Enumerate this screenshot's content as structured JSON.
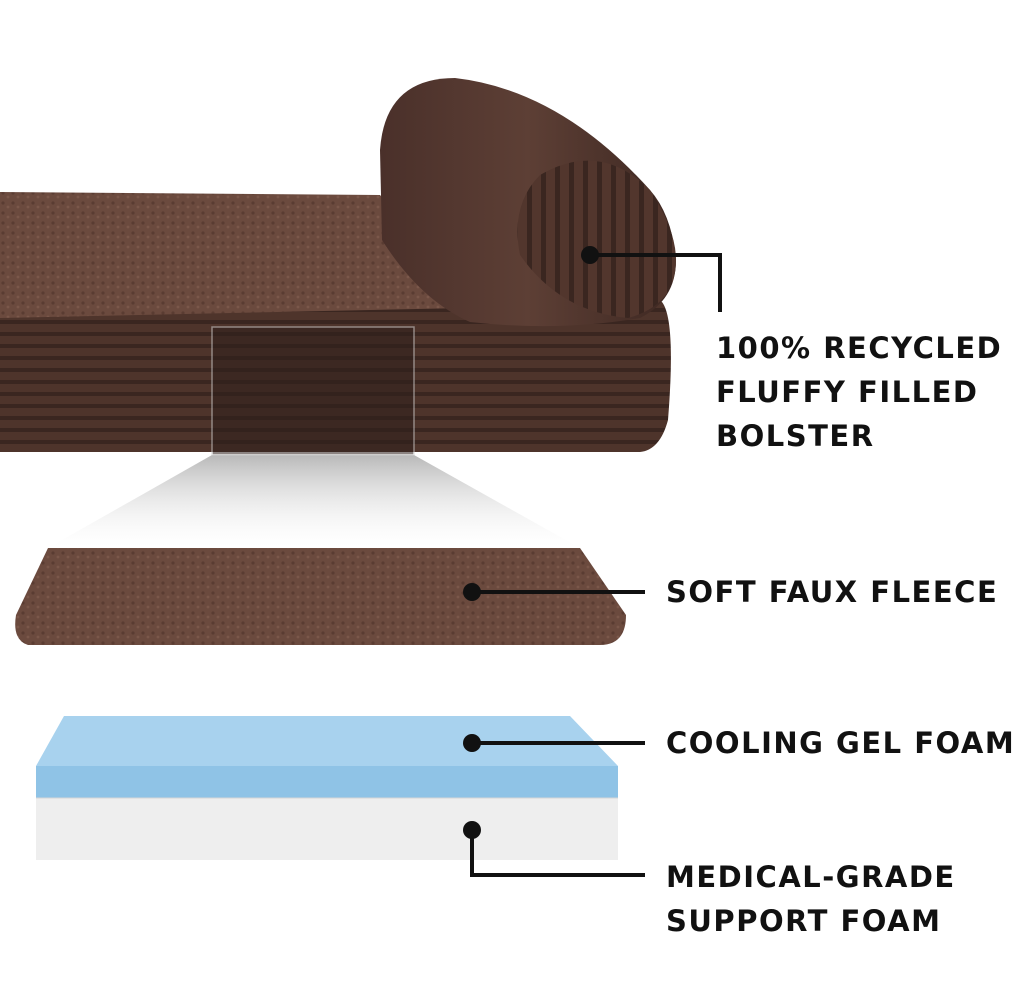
{
  "callouts": {
    "bolster": {
      "lines": [
        "100% RECYCLED",
        "FLUFFY FILLED",
        "BOLSTER"
      ]
    },
    "fleece": {
      "lines": [
        "SOFT FAUX FLEECE"
      ]
    },
    "gel_foam": {
      "lines": [
        "COOLING GEL FOAM"
      ]
    },
    "support_foam": {
      "lines": [
        "MEDICAL-GRADE",
        "SUPPORT FOAM"
      ]
    }
  },
  "colors": {
    "bed_brown": "#4e342b",
    "bed_brown_dark": "#3a2620",
    "fleece_brown": "#6b4a3e",
    "gel_blue": "#8fc3e6",
    "gel_blue_top": "#a8d2ee",
    "support_white": "#eeeeee",
    "callout_line": "#111111"
  }
}
